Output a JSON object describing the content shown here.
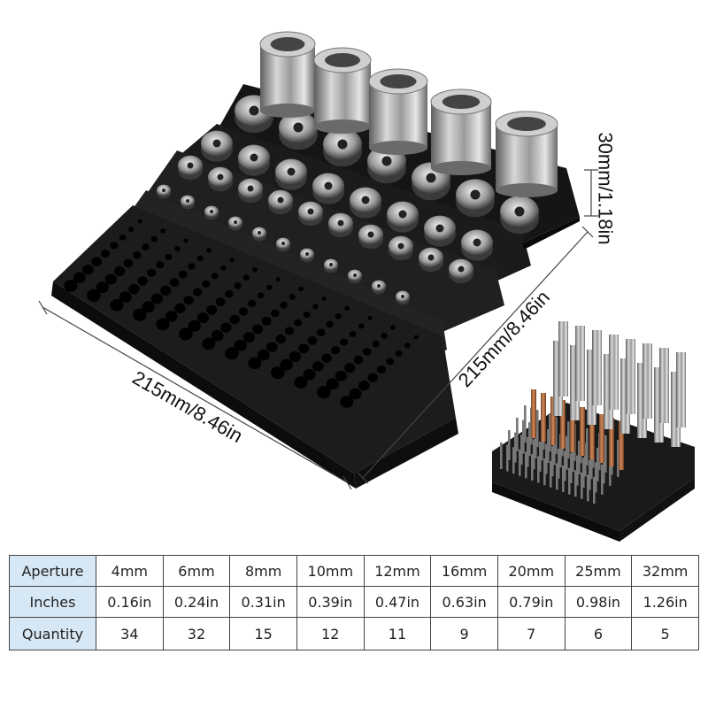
{
  "dimensions": {
    "width_label": "215mm/8.46in",
    "depth_label": "215mm/8.46in",
    "height_label": "30mm/1.18in"
  },
  "table": {
    "rows": [
      {
        "header": "Aperture",
        "cells": [
          "4mm",
          "6mm",
          "8mm",
          "10mm",
          "12mm",
          "16mm",
          "20mm",
          "25mm",
          "32mm"
        ]
      },
      {
        "header": "Inches",
        "cells": [
          "0.16in",
          "0.24in",
          "0.31in",
          "0.39in",
          "0.47in",
          "0.63in",
          "0.79in",
          "0.98in",
          "1.26in"
        ]
      },
      {
        "header": "Quantity",
        "cells": [
          "34",
          "32",
          "15",
          "12",
          "11",
          "9",
          "7",
          "6",
          "5"
        ]
      }
    ]
  },
  "colors": {
    "holder": "#1a1a1a",
    "collet": "#9a9a9a",
    "table_header_bg": "#d6e8f5"
  }
}
